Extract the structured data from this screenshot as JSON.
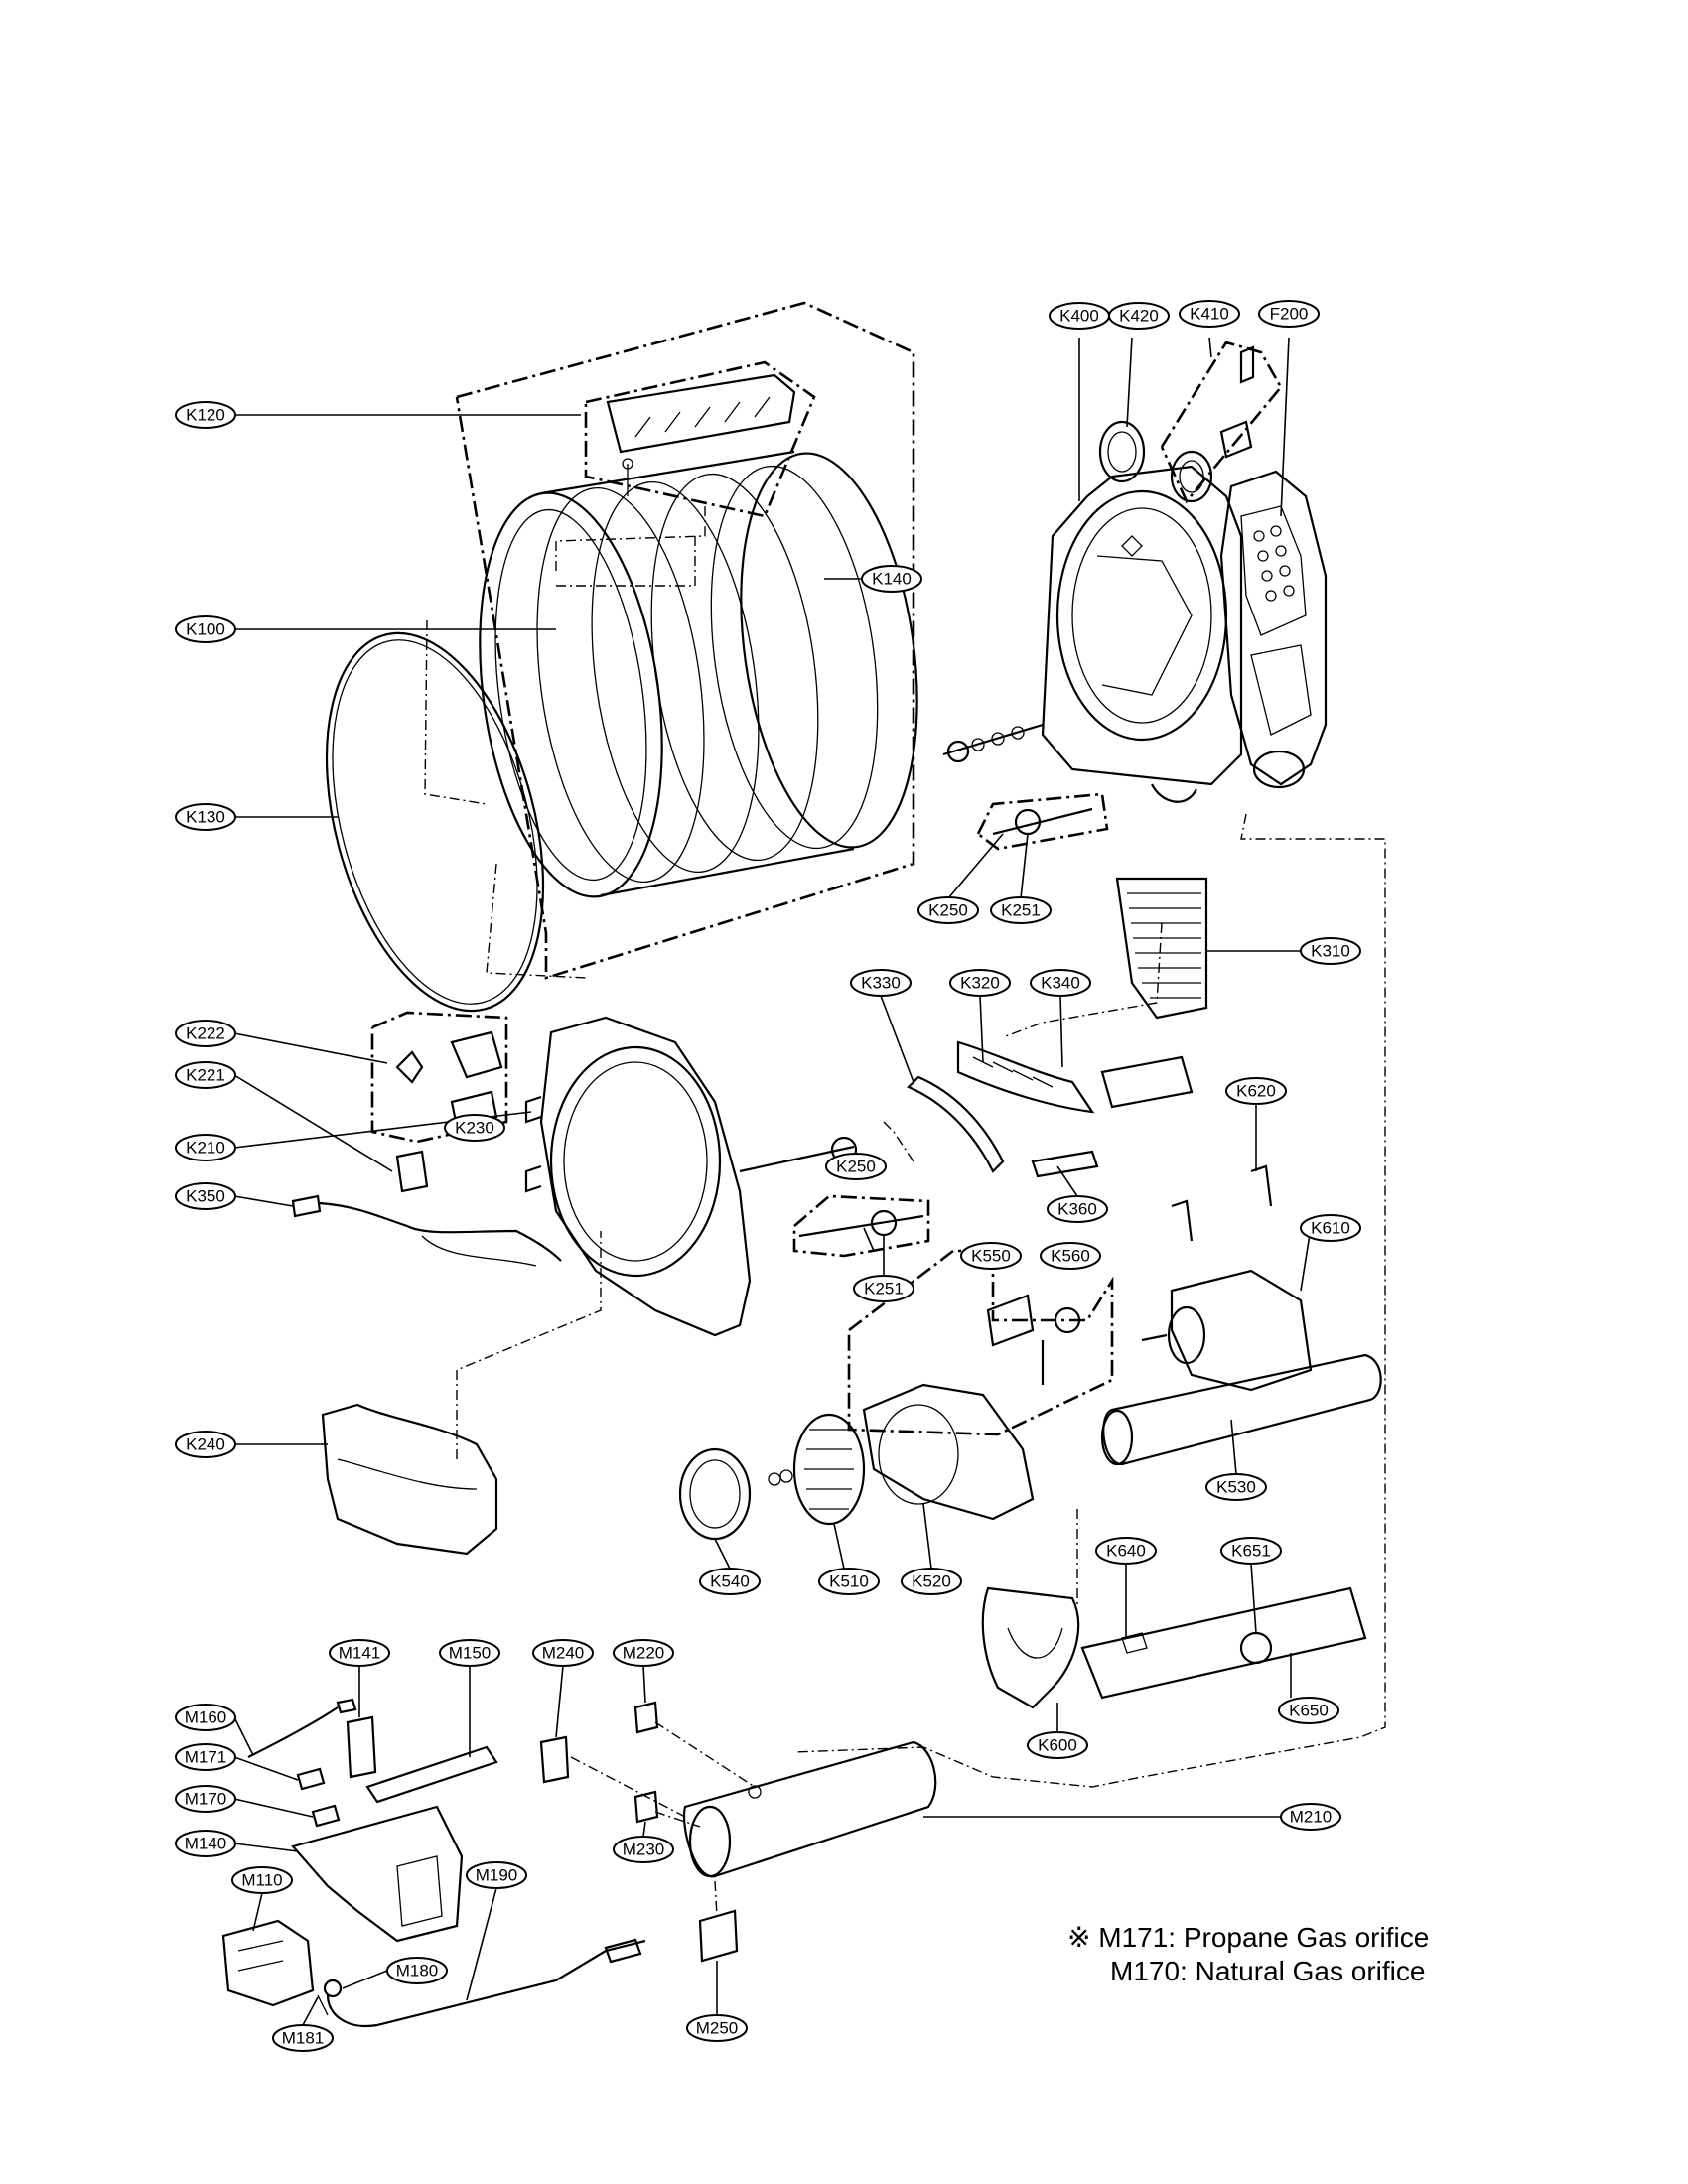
{
  "callouts": {
    "K120": "K120",
    "K100": "K100",
    "K130": "K130",
    "K140": "K140",
    "K400": "K400",
    "K420": "K420",
    "K410": "K410",
    "F200": "F200",
    "K250a": "K250",
    "K251a": "K251",
    "K310": "K310",
    "K330": "K330",
    "K320": "K320",
    "K340": "K340",
    "K620": "K620",
    "K222": "K222",
    "K221": "K221",
    "K230": "K230",
    "K210": "K210",
    "K250b": "K250",
    "K251b": "K251",
    "K360": "K360",
    "K350": "K350",
    "K550": "K550",
    "K560": "K560",
    "K610": "K610",
    "K240": "K240",
    "K540": "K540",
    "K510": "K510",
    "K520": "K520",
    "K530": "K530",
    "K640": "K640",
    "K651": "K651",
    "K650": "K650",
    "K600": "K600",
    "M141": "M141",
    "M150": "M150",
    "M240": "M240",
    "M220": "M220",
    "M160": "M160",
    "M171": "M171",
    "M170": "M170",
    "M140": "M140",
    "M110": "M110",
    "M190": "M190",
    "M180": "M180",
    "M181": "M181",
    "M230": "M230",
    "M210": "M210",
    "M250": "M250"
  },
  "notes": {
    "line1": "※ M171: Propane Gas orifice",
    "line2": "M170: Natural Gas orifice"
  }
}
